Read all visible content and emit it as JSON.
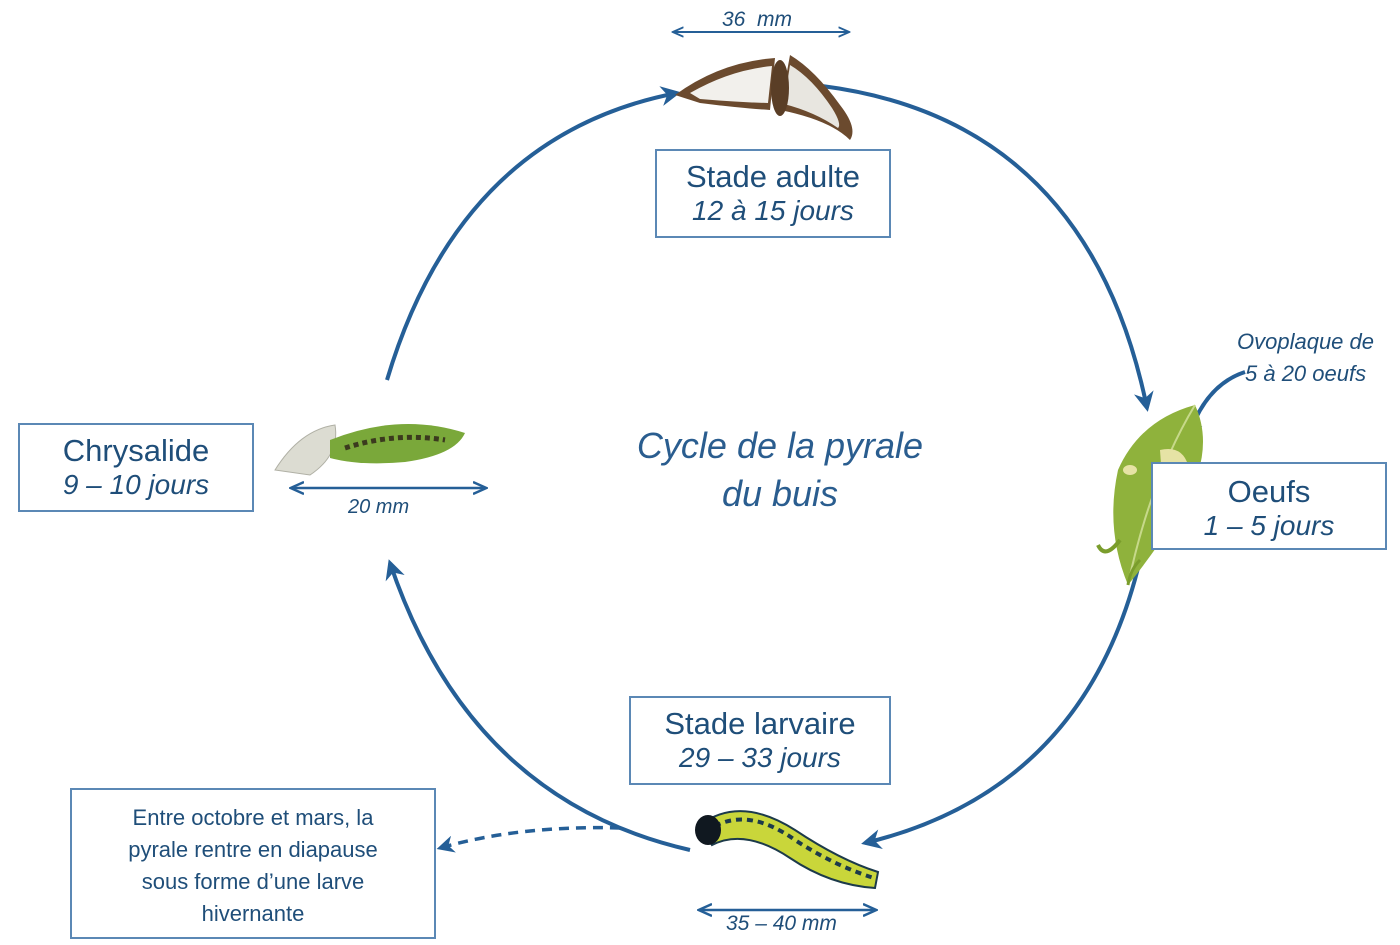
{
  "title": [
    "Cycle de la pyrale",
    "du buis"
  ],
  "stages": {
    "adult": {
      "name": "Stade adulte",
      "duration": "12 à 15 jours",
      "size": "36  mm"
    },
    "eggs": {
      "name": "Oeufs",
      "duration": "1 – 5 jours",
      "note": [
        "Ovoplaque de",
        "5 à 20 oeufs"
      ]
    },
    "larva": {
      "name": "Stade larvaire",
      "duration": "29 – 33 jours",
      "size": "35 – 40 mm"
    },
    "pupa": {
      "name": "Chrysalide",
      "duration": "9 – 10 jours",
      "size": "20 mm"
    }
  },
  "diapause_note": [
    "Entre octobre et mars, la",
    "pyrale rentre en diapause",
    "sous forme d’une larve",
    "hivernante"
  ],
  "colors": {
    "arrow": "#255f97",
    "box_border": "#5b88b5",
    "text": "#1f4e79"
  },
  "icons": [
    "moth-icon",
    "leaf-with-eggs-icon",
    "caterpillar-icon",
    "chrysalis-icon"
  ]
}
